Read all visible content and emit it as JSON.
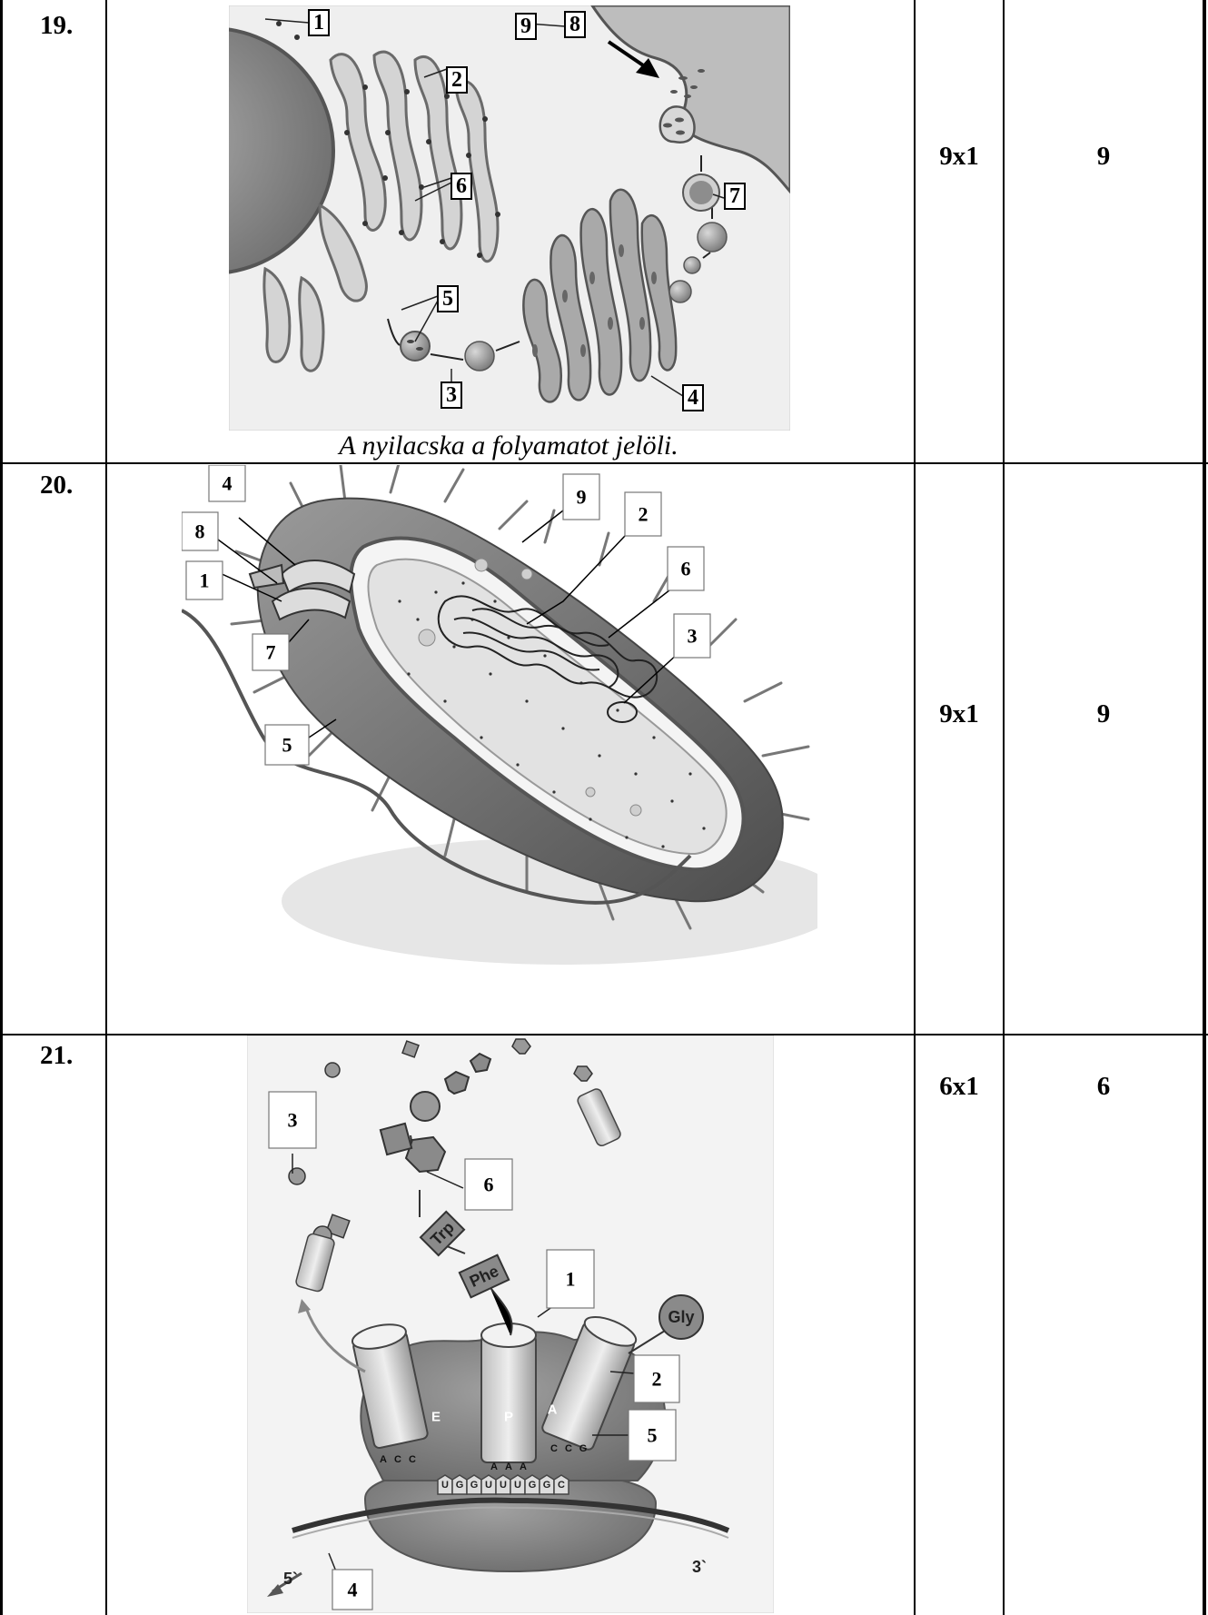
{
  "rows": [
    {
      "number": "19.",
      "points_formula": "9x1",
      "points_total": "9",
      "caption": "A nyilacska a folyamatot jelöli.",
      "labels": [
        "1",
        "2",
        "3",
        "4",
        "5",
        "6",
        "7",
        "8",
        "9"
      ]
    },
    {
      "number": "20.",
      "points_formula": "9x1",
      "points_total": "9",
      "labels": [
        "1",
        "2",
        "3",
        "4",
        "5",
        "6",
        "7",
        "8",
        "9"
      ]
    },
    {
      "number": "21.",
      "points_formula": "6x1",
      "points_total": "6",
      "labels": [
        "1",
        "2",
        "3",
        "4",
        "5",
        "6"
      ],
      "figure_text": {
        "amino_trp": "Trp",
        "amino_phe": "Phe",
        "amino_gly": "Gly",
        "site_e": "E",
        "site_p": "P",
        "site_a": "A",
        "end_5": "5`",
        "end_3": "3`",
        "codons": "UGGUUUGGC",
        "anticodon_e": "ACC",
        "anticodon_p": "AAA",
        "anticodon_a": "CCG"
      }
    }
  ],
  "colors": {
    "border": "#000000",
    "figure_gray": "#8c8c8c",
    "figure_light": "#dcdcdc"
  }
}
